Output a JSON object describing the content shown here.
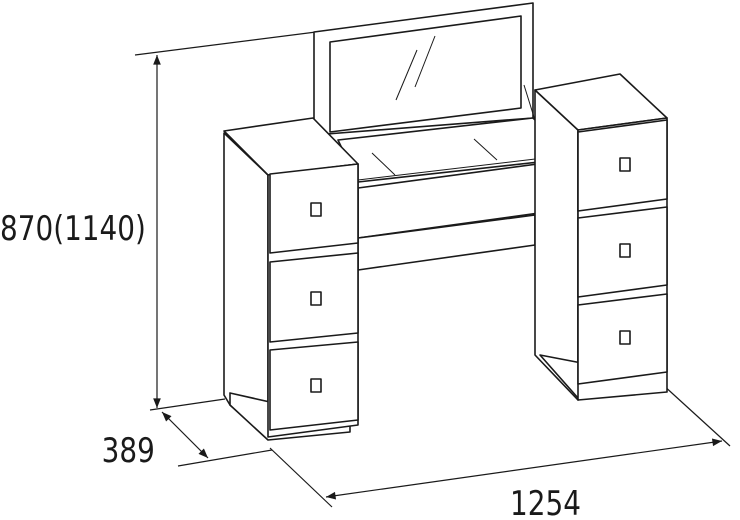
{
  "dimensions": {
    "height": "870(1140)",
    "depth": "389",
    "width": "1254"
  },
  "colors": {
    "line": "#1a1a1a",
    "background": "#ffffff"
  }
}
